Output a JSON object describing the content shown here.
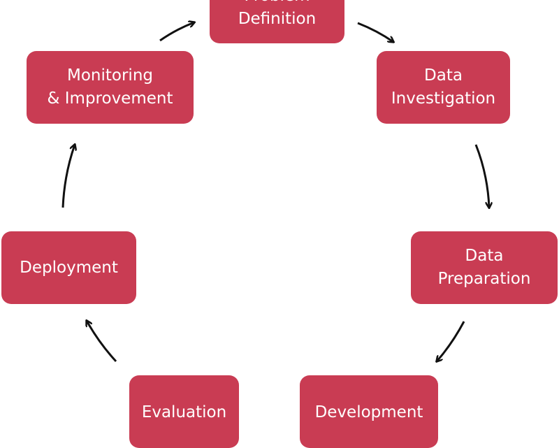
{
  "colors": {
    "box": "#c93c53",
    "text": "#ffffff",
    "arrow": "#111111"
  },
  "steps": [
    {
      "line1": "Problem",
      "line2": "Definition"
    },
    {
      "line1": "Data",
      "line2": "Investigation"
    },
    {
      "line1": "Data",
      "line2": "Preparation"
    },
    {
      "line1": "Development",
      "line2": ""
    },
    {
      "line1": "Evaluation",
      "line2": ""
    },
    {
      "line1": "Deployment",
      "line2": ""
    },
    {
      "line1": "Monitoring",
      "line2": "& Improvement"
    }
  ]
}
